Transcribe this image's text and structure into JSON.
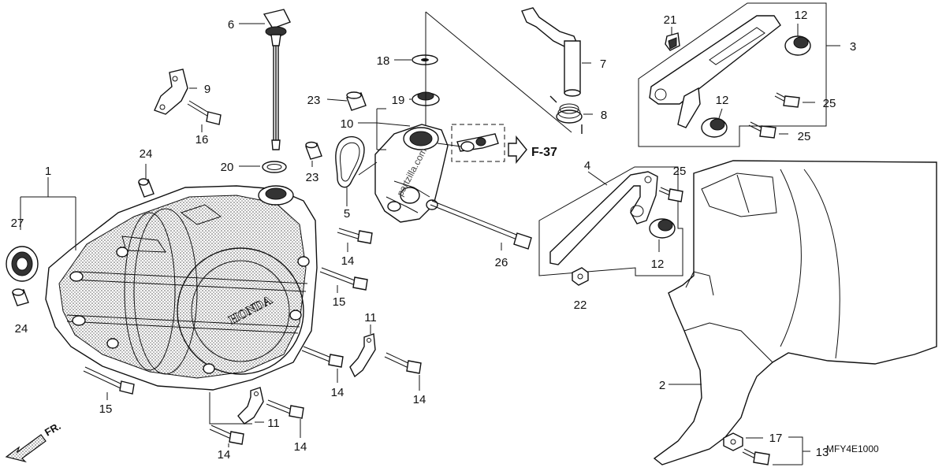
{
  "diagram": {
    "code": "MFY4E1000",
    "brand_mark": "HONDA",
    "watermark": "partzilla.com",
    "ref_label": "F-37",
    "direction_label": "FR.",
    "callouts": [
      {
        "id": "c1",
        "label": "1"
      },
      {
        "id": "c2",
        "label": "2"
      },
      {
        "id": "c3",
        "label": "3"
      },
      {
        "id": "c4",
        "label": "4"
      },
      {
        "id": "c5",
        "label": "5"
      },
      {
        "id": "c6",
        "label": "6"
      },
      {
        "id": "c7",
        "label": "7"
      },
      {
        "id": "c8",
        "label": "8"
      },
      {
        "id": "c9",
        "label": "9"
      },
      {
        "id": "c10",
        "label": "10"
      },
      {
        "id": "c11a",
        "label": "11"
      },
      {
        "id": "c11b",
        "label": "11"
      },
      {
        "id": "c12a",
        "label": "12"
      },
      {
        "id": "c12b",
        "label": "12"
      },
      {
        "id": "c12c",
        "label": "12"
      },
      {
        "id": "c13",
        "label": "13"
      },
      {
        "id": "c14a",
        "label": "14"
      },
      {
        "id": "c14b",
        "label": "14"
      },
      {
        "id": "c14c",
        "label": "14"
      },
      {
        "id": "c14d",
        "label": "14"
      },
      {
        "id": "c14e",
        "label": "14"
      },
      {
        "id": "c14f",
        "label": "14"
      },
      {
        "id": "c15a",
        "label": "15"
      },
      {
        "id": "c15b",
        "label": "15"
      },
      {
        "id": "c16",
        "label": "16"
      },
      {
        "id": "c17",
        "label": "17"
      },
      {
        "id": "c18",
        "label": "18"
      },
      {
        "id": "c19",
        "label": "19"
      },
      {
        "id": "c20",
        "label": "20"
      },
      {
        "id": "c21",
        "label": "21"
      },
      {
        "id": "c22",
        "label": "22"
      },
      {
        "id": "c23a",
        "label": "23"
      },
      {
        "id": "c23b",
        "label": "23"
      },
      {
        "id": "c24a",
        "label": "24"
      },
      {
        "id": "c24b",
        "label": "24"
      },
      {
        "id": "c25a",
        "label": "25"
      },
      {
        "id": "c25b",
        "label": "25"
      },
      {
        "id": "c25c",
        "label": "25"
      },
      {
        "id": "c26",
        "label": "26"
      },
      {
        "id": "c27",
        "label": "27"
      }
    ]
  }
}
